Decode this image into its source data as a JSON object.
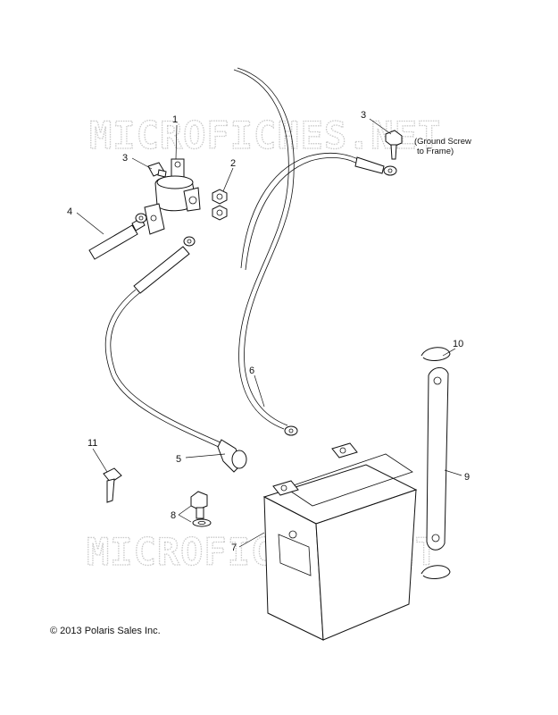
{
  "watermarks": [
    "MICROFICHES.NET",
    "MICROFICHES.NET"
  ],
  "callouts": {
    "c1": "1",
    "c2": "2",
    "c3a": "3",
    "c3b": "3",
    "c4": "4",
    "c5": "5",
    "c6": "6",
    "c7": "7",
    "c8": "8",
    "c9": "9",
    "c10": "10",
    "c11": "11"
  },
  "note": {
    "line1": "(Ground Screw",
    "line2": "to Frame)"
  },
  "copyright": "© 2013 Polaris Sales Inc."
}
